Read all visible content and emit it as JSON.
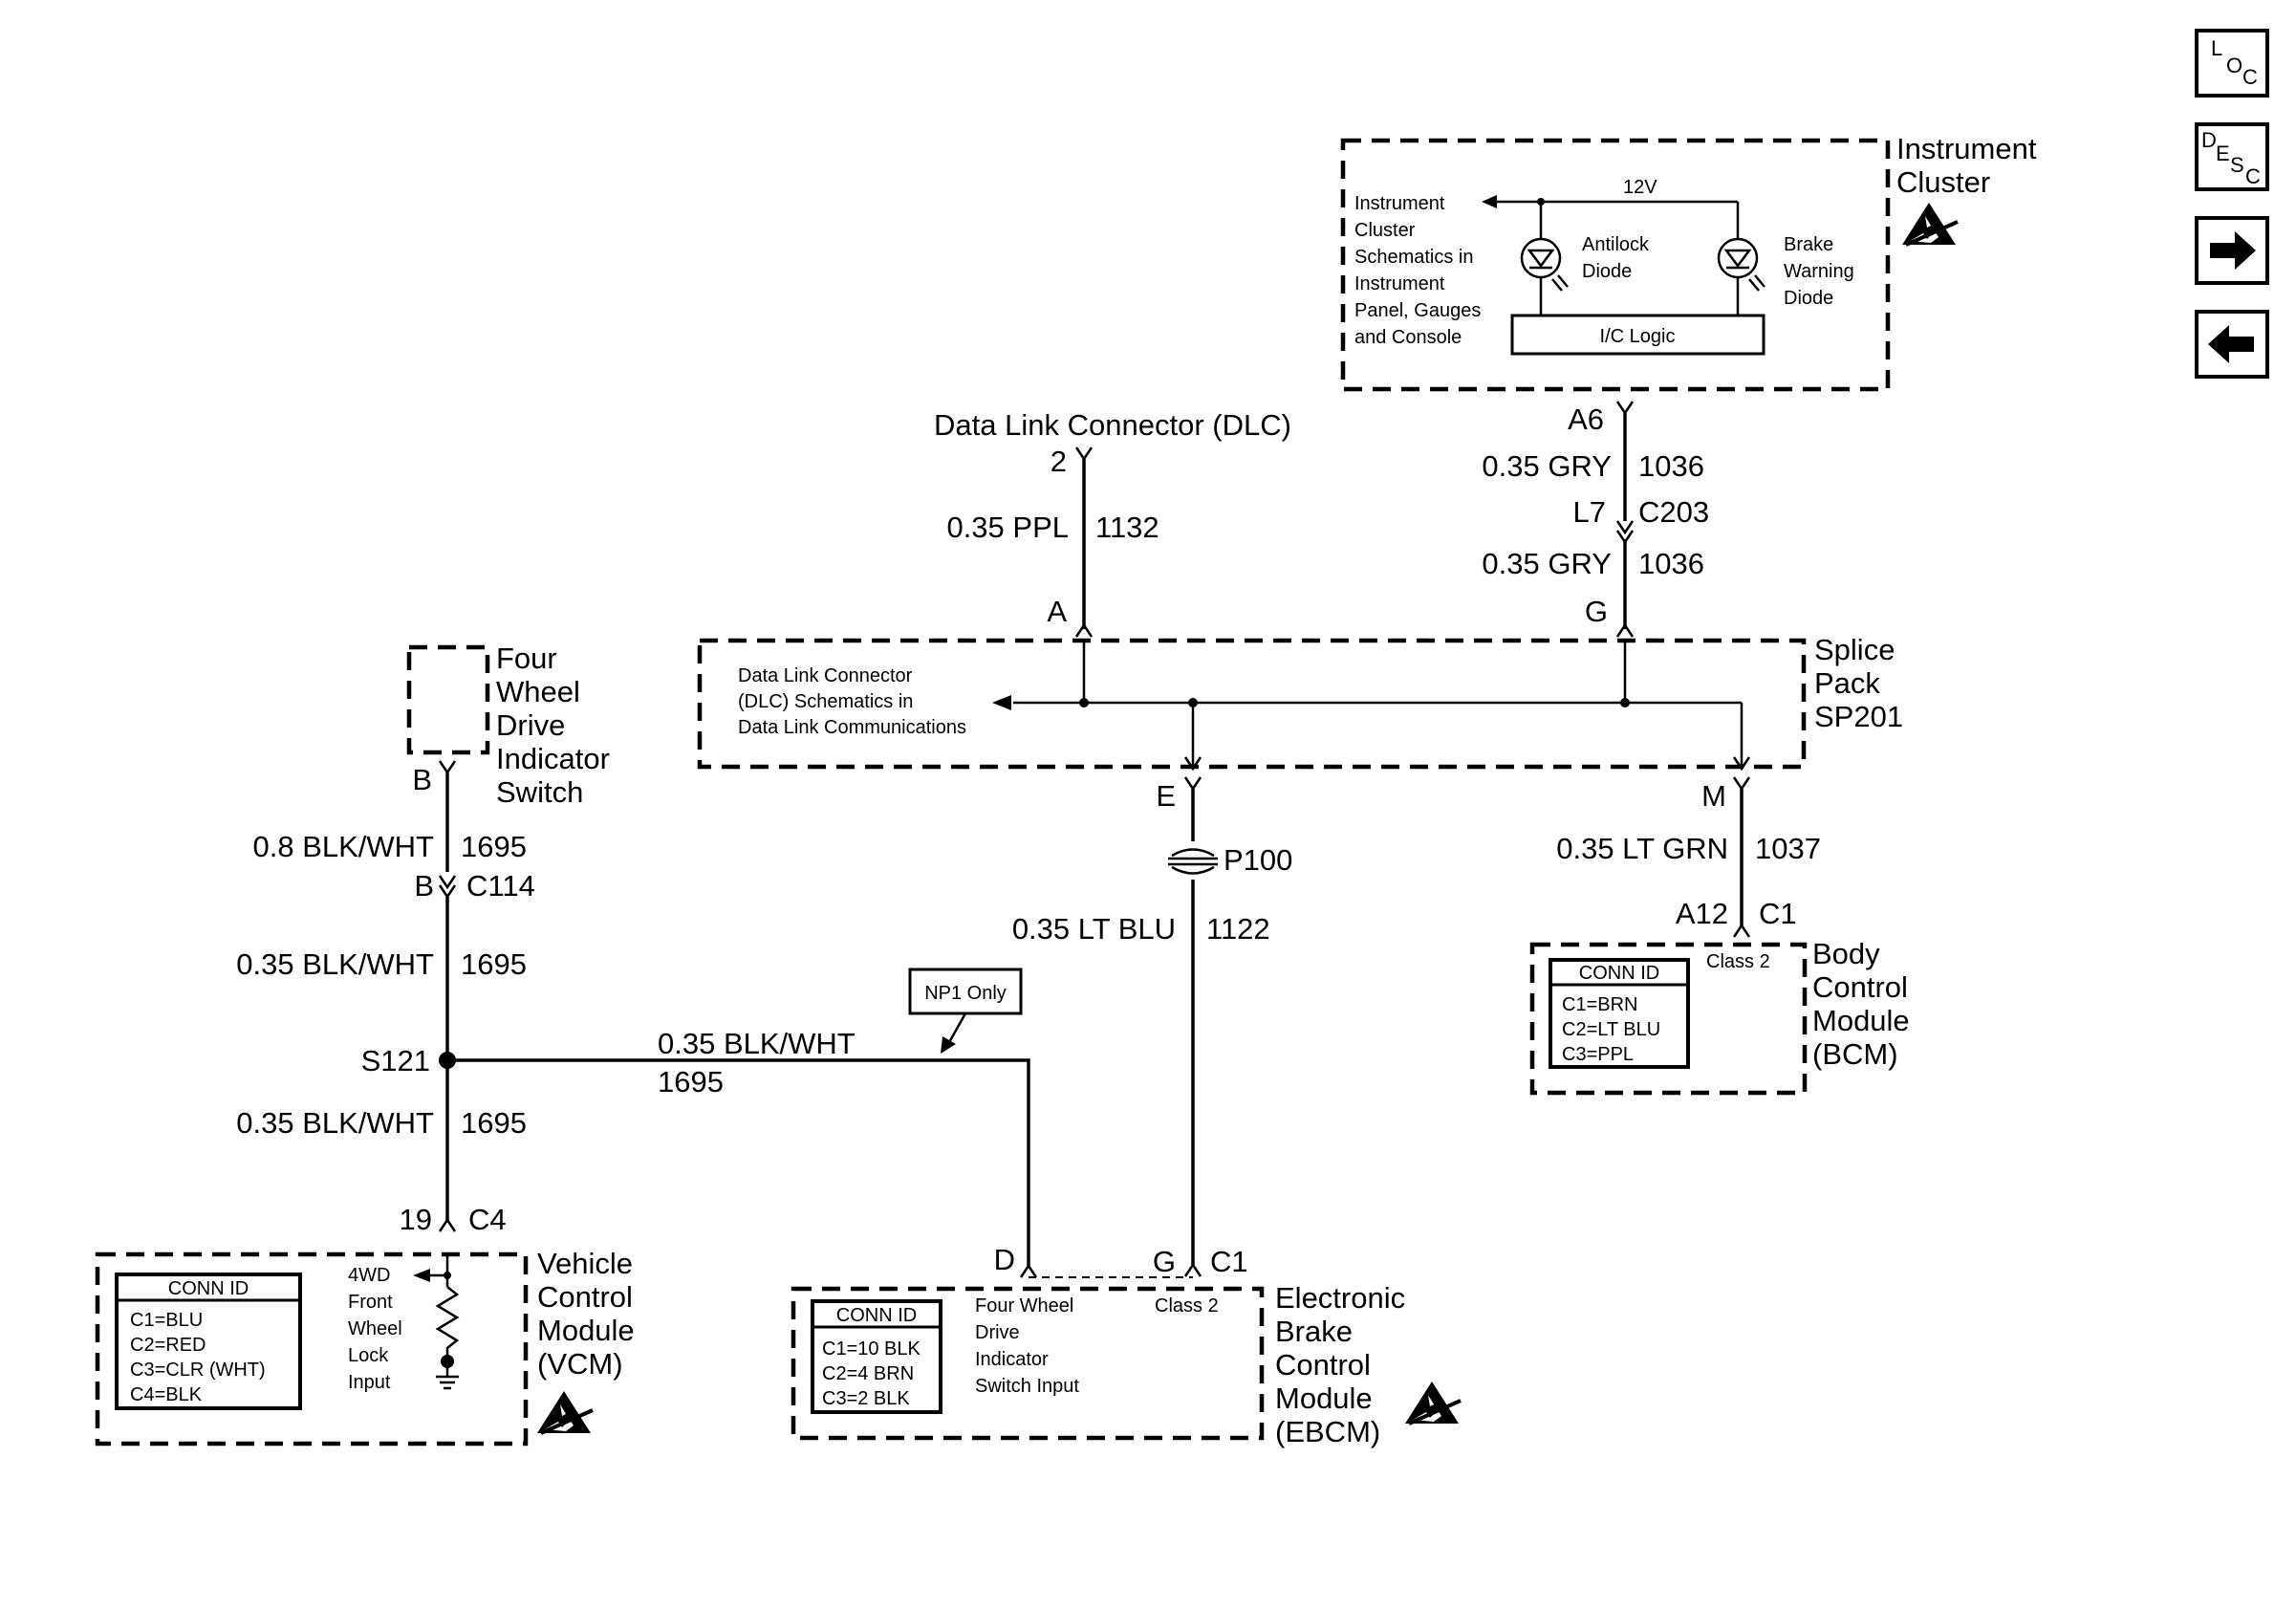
{
  "nav": {
    "loc": {
      "big": "L",
      "small": "O",
      "small2": "C"
    },
    "desc": {
      "big": "D",
      "small": "E",
      "small2": "S",
      "small3": "C"
    }
  },
  "instrument_cluster": {
    "title1": "Instrument",
    "title2": "Cluster",
    "ref": [
      "Instrument",
      "Cluster",
      "Schematics in",
      "Instrument",
      "Panel, Gauges",
      "and Console"
    ],
    "voltage": "12V",
    "antilock": [
      "Antilock",
      "Diode"
    ],
    "brake": [
      "Brake",
      "Warning",
      "Diode"
    ],
    "logic": "I/C Logic",
    "pin": "A6"
  },
  "dlc": {
    "title": "Data Link Connector (DLC)",
    "pin": "2",
    "gauge": "0.35 PPL",
    "circuit": "1132"
  },
  "gry_wire": {
    "gauge_upper": "0.35 GRY",
    "circuit_upper": "1036",
    "conn_pin": "L7",
    "conn_id": "C203",
    "gauge_lower": "0.35 GRY",
    "circuit_lower": "1036"
  },
  "splice_pack": {
    "title": [
      "Splice",
      "Pack",
      "SP201"
    ],
    "ref": [
      "Data Link Connector",
      "(DLC) Schematics in",
      "Data Link Communications"
    ],
    "pin_a": "A",
    "pin_g": "G",
    "pin_e": "E",
    "pin_m": "M"
  },
  "four_wd_switch": {
    "title": [
      "Four",
      "Wheel",
      "Drive",
      "Indicator",
      "Switch"
    ],
    "pin": "B"
  },
  "blk_wire": {
    "gauge1": "0.8 BLK/WHT",
    "circuit1": "1695",
    "c114_pin": "B",
    "c114_id": "C114",
    "gauge2": "0.35 BLK/WHT",
    "circuit2": "1695",
    "splice": "S121",
    "branch_gauge": "0.35 BLK/WHT",
    "branch_circuit": "1695",
    "note": "NP1 Only",
    "gauge3": "0.35 BLK/WHT",
    "circuit3": "1695",
    "vcm_pin": "19",
    "vcm_conn": "C4"
  },
  "blu_wire": {
    "p100": "P100",
    "gauge": "0.35 LT BLU",
    "circuit": "1122"
  },
  "grn_wire": {
    "gauge": "0.35 LT GRN",
    "circuit": "1037",
    "bcm_pin": "A12",
    "bcm_conn": "C1"
  },
  "bcm": {
    "title": [
      "Body",
      "Control",
      "Module",
      "(BCM)"
    ],
    "class": "Class 2",
    "conn_title": "CONN ID",
    "conn": [
      "C1=BRN",
      "C2=LT BLU",
      "C3=PPL"
    ]
  },
  "vcm": {
    "title": [
      "Vehicle",
      "Control",
      "Module",
      "(VCM)"
    ],
    "input": [
      "4WD",
      "Front",
      "Wheel",
      "Lock",
      "Input"
    ],
    "conn_title": "CONN ID",
    "conn": [
      "C1=BLU",
      "C2=RED",
      "C3=CLR (WHT)",
      "C4=BLK"
    ]
  },
  "ebcm": {
    "title": [
      "Electronic",
      "Brake",
      "Control",
      "Module",
      "(EBCM)"
    ],
    "pin_d": "D",
    "pin_g": "G",
    "conn_c1": "C1",
    "class": "Class 2",
    "input": [
      "Four Wheel",
      "Drive",
      "Indicator",
      "Switch Input"
    ],
    "conn_title": "CONN ID",
    "conn": [
      "C1=10 BLK",
      "C2=4 BRN",
      "C3=2 BLK"
    ]
  }
}
